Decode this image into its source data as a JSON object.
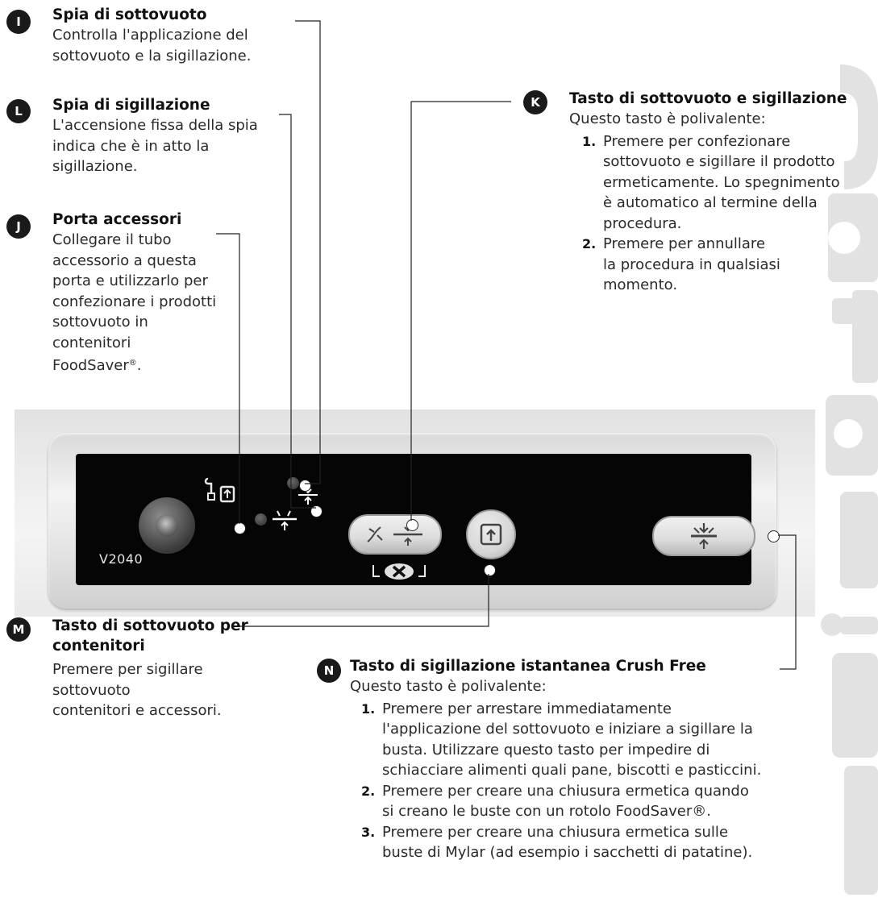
{
  "callouts": {
    "I": {
      "badge": "I",
      "title": "Spia di sottovuoto",
      "body": [
        "Controlla l'applicazione del",
        "sottovuoto e la sigillazione."
      ]
    },
    "L": {
      "badge": "L",
      "title": "Spia di sigillazione",
      "body": [
        "L'accensione fissa della spia",
        "indica che è in atto la",
        "sigillazione."
      ]
    },
    "J": {
      "badge": "J",
      "title": "Porta accessori",
      "body": [
        "Collegare il tubo",
        "accessorio a questa",
        "porta e utilizzarlo per",
        "confezionare i prodotti",
        "sottovuoto in",
        "contenitori"
      ],
      "body_last": "FoodSaver",
      "reg": "®",
      "body_end": "."
    },
    "K": {
      "badge": "K",
      "title": "Tasto di sottovuoto e sigillazione",
      "intro": "Questo tasto è polivalente:",
      "steps": [
        {
          "num": "1.",
          "lines": [
            "Premere per confezionare",
            "sottovuoto e sigillare il prodotto",
            "ermeticamente. Lo spegnimento",
            "è automatico al termine della",
            "procedura."
          ]
        },
        {
          "num": "2.",
          "lines": [
            "Premere per annullare",
            "la procedura in qualsiasi",
            "momento."
          ]
        }
      ]
    },
    "M": {
      "badge": "M",
      "title_lines": [
        "Tasto di sottovuoto per",
        "contenitori"
      ],
      "body": [
        "Premere per sigillare sottovuoto",
        "contenitori e accessori."
      ]
    },
    "N": {
      "badge": "N",
      "title": "Tasto di sigillazione istantanea Crush Free",
      "intro": "Questo tasto è polivalente:",
      "steps": [
        {
          "num": "1.",
          "lines": [
            "Premere per arrestare immediatamente",
            "l'applicazione del sottovuoto e iniziare a sigillare la",
            "busta. Utilizzare questo tasto per impedire di",
            "schiacciare alimenti quali pane, biscotti e pasticcini."
          ]
        },
        {
          "num": "2.",
          "lines": [
            "Premere per creare una chiusura ermetica quando",
            "si creano le buste con un rotolo FoodSaver®."
          ]
        },
        {
          "num": "3.",
          "lines": [
            "Premere per creare una chiusura ermetica sulle",
            "buste di Mylar (ad esempio i sacchetti di patatine)."
          ]
        }
      ]
    }
  },
  "device": {
    "model": "V2040",
    "icons": {
      "accessory_port": "hose-canister-icon",
      "vacuum_led": "vacuum-arrows-icon",
      "seal_led": "seal-arrows-icon",
      "vacuum_seal_button": "vacuum-seal-icon",
      "canister_button": "canister-icon",
      "instant_seal_button": "instant-seal-icon",
      "cancel": "cancel-x-icon"
    }
  },
  "colors": {
    "badge": "#1a1a1a",
    "panel": "#050505",
    "side_lettering": "#e4e4e4"
  }
}
